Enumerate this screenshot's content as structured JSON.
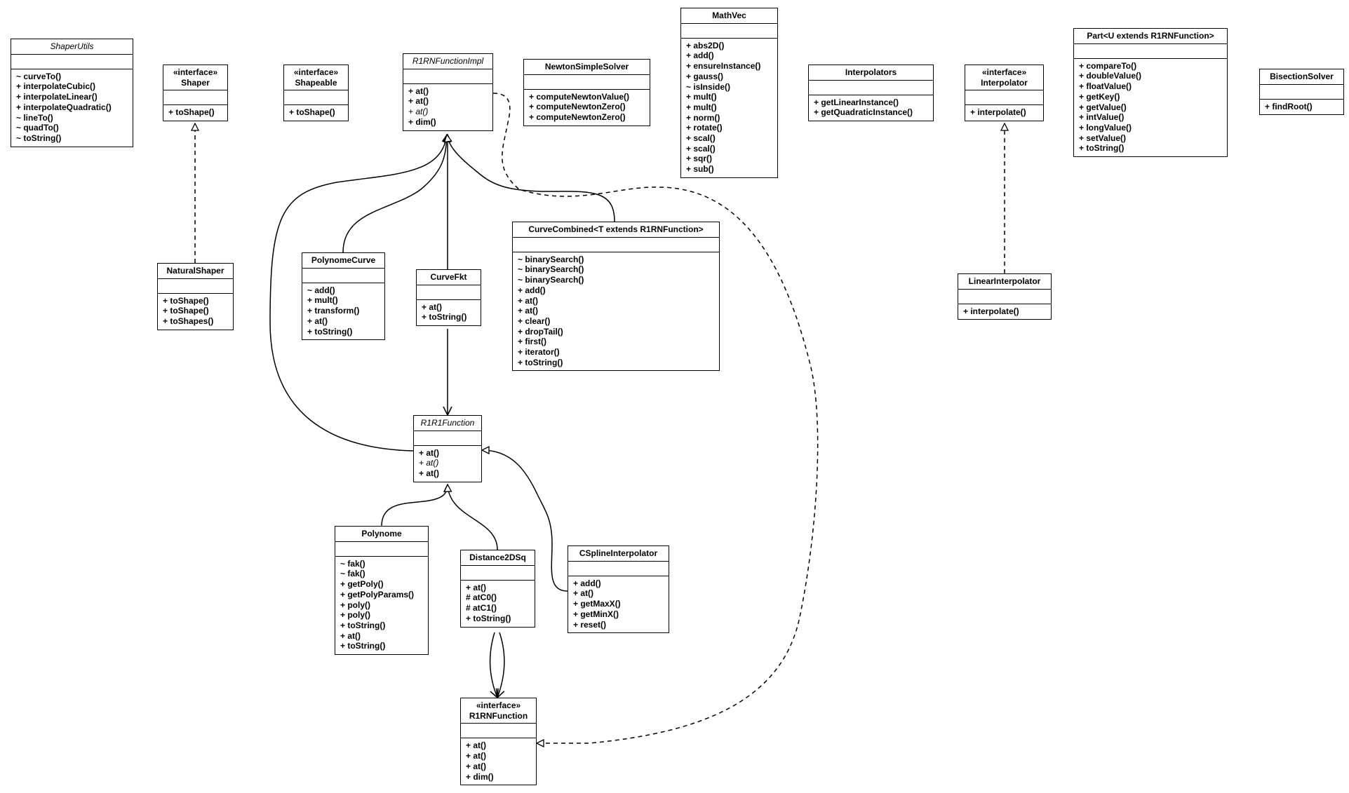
{
  "classes": [
    {
      "id": "ShaperUtils",
      "name": "ShaperUtils",
      "stereotype": "",
      "abstract": true,
      "ops": [
        {
          "t": "~ curveTo()"
        },
        {
          "t": "+ interpolateCubic()"
        },
        {
          "t": "+ interpolateLinear()"
        },
        {
          "t": "+ interpolateQuadratic()"
        },
        {
          "t": "~ lineTo()"
        },
        {
          "t": "~ quadTo()"
        },
        {
          "t": "~ toString()"
        }
      ]
    },
    {
      "id": "Shaper",
      "name": "Shaper",
      "stereotype": "«interface»",
      "abstract": false,
      "ops": [
        {
          "t": "+ toShape()"
        }
      ]
    },
    {
      "id": "Shapeable",
      "name": "Shapeable",
      "stereotype": "«interface»",
      "abstract": false,
      "ops": [
        {
          "t": "+ toShape()"
        }
      ]
    },
    {
      "id": "R1RNFunctionImpl",
      "name": "R1RNFunctionImpl",
      "stereotype": "",
      "abstract": true,
      "ops": [
        {
          "t": "+ at()"
        },
        {
          "t": "+ at()"
        },
        {
          "t": "+ at()",
          "abstract": true
        },
        {
          "t": "+ dim()"
        }
      ]
    },
    {
      "id": "NewtonSimpleSolver",
      "name": "NewtonSimpleSolver",
      "stereotype": "",
      "abstract": false,
      "ops": [
        {
          "t": "+ computeNewtonValue()"
        },
        {
          "t": "+ computeNewtonZero()"
        },
        {
          "t": "+ computeNewtonZero()"
        }
      ]
    },
    {
      "id": "MathVec",
      "name": "MathVec",
      "stereotype": "",
      "abstract": false,
      "ops": [
        {
          "t": "+ abs2D()"
        },
        {
          "t": "+ add()"
        },
        {
          "t": "+ ensureInstance()"
        },
        {
          "t": "+ gauss()"
        },
        {
          "t": "~ isInside()"
        },
        {
          "t": "+ mult()"
        },
        {
          "t": "+ mult()"
        },
        {
          "t": "+ norm()"
        },
        {
          "t": "+ rotate()"
        },
        {
          "t": "+ scal()"
        },
        {
          "t": "+ scal()"
        },
        {
          "t": "+ sqr()"
        },
        {
          "t": "+ sub()"
        }
      ]
    },
    {
      "id": "Interpolators",
      "name": "Interpolators",
      "stereotype": "",
      "abstract": false,
      "ops": [
        {
          "t": "+ getLinearInstance()"
        },
        {
          "t": "+ getQuadraticInstance()"
        }
      ]
    },
    {
      "id": "Interpolator",
      "name": "Interpolator",
      "stereotype": "«interface»",
      "abstract": false,
      "ops": [
        {
          "t": "+ interpolate()"
        }
      ]
    },
    {
      "id": "Part",
      "name": "Part<U extends R1RNFunction>",
      "stereotype": "",
      "abstract": false,
      "ops": [
        {
          "t": "+ compareTo()"
        },
        {
          "t": "+ doubleValue()"
        },
        {
          "t": "+ floatValue()"
        },
        {
          "t": "+ getKey()"
        },
        {
          "t": "+ getValue()"
        },
        {
          "t": "+ intValue()"
        },
        {
          "t": "+ longValue()"
        },
        {
          "t": "+ setValue()"
        },
        {
          "t": "+ toString()"
        }
      ]
    },
    {
      "id": "BisectionSolver",
      "name": "BisectionSolver",
      "stereotype": "",
      "abstract": false,
      "ops": [
        {
          "t": "+ findRoot()"
        }
      ]
    },
    {
      "id": "NaturalShaper",
      "name": "NaturalShaper",
      "stereotype": "",
      "abstract": false,
      "ops": [
        {
          "t": "+ toShape()"
        },
        {
          "t": "+ toShape()"
        },
        {
          "t": "+ toShapes()"
        }
      ]
    },
    {
      "id": "PolynomeCurve",
      "name": "PolynomeCurve",
      "stereotype": "",
      "abstract": false,
      "ops": [
        {
          "t": "~ add()"
        },
        {
          "t": "+ mult()"
        },
        {
          "t": "+ transform()"
        },
        {
          "t": "+ at()"
        },
        {
          "t": "+ toString()"
        }
      ]
    },
    {
      "id": "CurveFkt",
      "name": "CurveFkt",
      "stereotype": "",
      "abstract": false,
      "ops": [
        {
          "t": "+ at()"
        },
        {
          "t": "+ toString()"
        }
      ]
    },
    {
      "id": "CurveCombined",
      "name": "CurveCombined<T extends R1RNFunction>",
      "stereotype": "",
      "abstract": false,
      "ops": [
        {
          "t": "~ binarySearch()"
        },
        {
          "t": "~ binarySearch()"
        },
        {
          "t": "~ binarySearch()"
        },
        {
          "t": "+ add()"
        },
        {
          "t": "+ at()"
        },
        {
          "t": "+ at()"
        },
        {
          "t": "+ clear()"
        },
        {
          "t": "+ dropTail()"
        },
        {
          "t": "+ first()"
        },
        {
          "t": "+ iterator()"
        },
        {
          "t": "+ toString()"
        }
      ]
    },
    {
      "id": "LinearInterpolator",
      "name": "LinearInterpolator",
      "stereotype": "",
      "abstract": false,
      "ops": [
        {
          "t": "+ interpolate()"
        }
      ]
    },
    {
      "id": "R1R1Function",
      "name": "R1R1Function",
      "stereotype": "",
      "abstract": true,
      "ops": [
        {
          "t": "+ at()"
        },
        {
          "t": "+ at()",
          "abstract": true
        },
        {
          "t": "+ at()"
        }
      ]
    },
    {
      "id": "Polynome",
      "name": "Polynome",
      "stereotype": "",
      "abstract": false,
      "ops": [
        {
          "t": "~ fak()"
        },
        {
          "t": "~ fak()"
        },
        {
          "t": "+ getPoly()"
        },
        {
          "t": "+ getPolyParams()"
        },
        {
          "t": "+ poly()"
        },
        {
          "t": "+ poly()"
        },
        {
          "t": "+ toString()"
        },
        {
          "t": "+ at()"
        },
        {
          "t": "+ toString()"
        }
      ]
    },
    {
      "id": "Distance2DSq",
      "name": "Distance2DSq",
      "stereotype": "",
      "abstract": false,
      "ops": [
        {
          "t": "+ at()"
        },
        {
          "t": "# atC0()"
        },
        {
          "t": "# atC1()"
        },
        {
          "t": "+ toString()"
        }
      ]
    },
    {
      "id": "CSplineInterpolator",
      "name": "CSplineInterpolator",
      "stereotype": "",
      "abstract": false,
      "ops": [
        {
          "t": "+ add()"
        },
        {
          "t": "+ at()"
        },
        {
          "t": "+ getMaxX()"
        },
        {
          "t": "+ getMinX()"
        },
        {
          "t": "+ reset()"
        }
      ]
    },
    {
      "id": "R1RNFunction",
      "name": "R1RNFunction",
      "stereotype": "«interface»",
      "abstract": false,
      "ops": [
        {
          "t": "+ at()"
        },
        {
          "t": "+ at()"
        },
        {
          "t": "+ at()"
        },
        {
          "t": "+ dim()"
        }
      ]
    }
  ],
  "relations": [
    {
      "from": "NaturalShaper",
      "to": "Shaper",
      "kind": "realization"
    },
    {
      "from": "LinearInterpolator",
      "to": "Interpolator",
      "kind": "realization"
    },
    {
      "from": "R1R1Function",
      "to": "R1RNFunctionImpl",
      "kind": "generalization"
    },
    {
      "from": "PolynomeCurve",
      "to": "R1RNFunctionImpl",
      "kind": "generalization"
    },
    {
      "from": "CurveFkt",
      "to": "R1RNFunctionImpl",
      "kind": "generalization"
    },
    {
      "from": "CurveCombined",
      "to": "R1RNFunctionImpl",
      "kind": "generalization"
    },
    {
      "from": "CurveFkt",
      "to": "R1R1Function",
      "kind": "association"
    },
    {
      "from": "Polynome",
      "to": "R1R1Function",
      "kind": "generalization"
    },
    {
      "from": "Distance2DSq",
      "to": "R1R1Function",
      "kind": "generalization"
    },
    {
      "from": "CSplineInterpolator",
      "to": "R1R1Function",
      "kind": "generalization"
    },
    {
      "from": "Distance2DSq",
      "to": "R1RNFunction",
      "kind": "association"
    },
    {
      "from": "Distance2DSq",
      "to": "R1RNFunction",
      "kind": "association"
    },
    {
      "from": "R1RNFunctionImpl",
      "to": "R1RNFunction",
      "kind": "realization"
    }
  ]
}
